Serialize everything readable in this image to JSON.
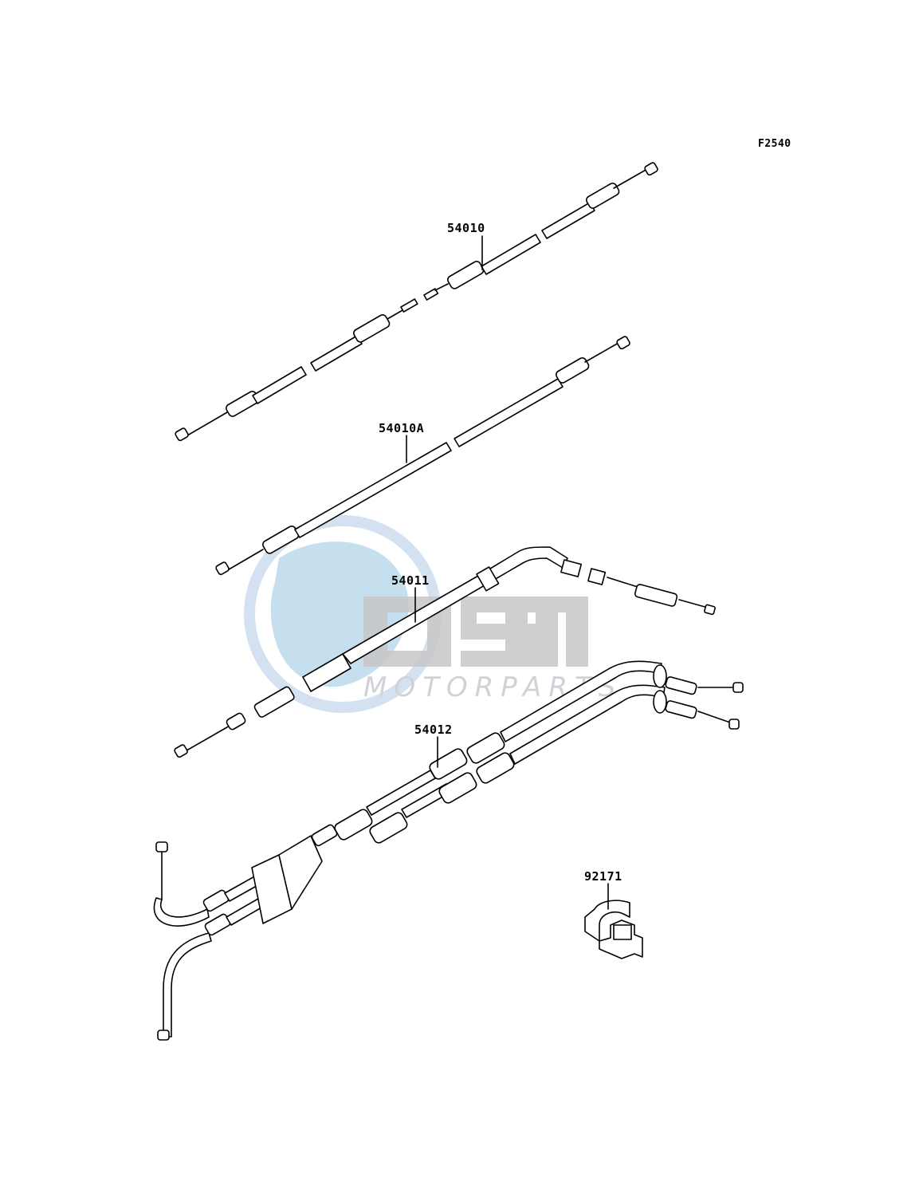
{
  "figure_code": "F2540",
  "callouts": [
    {
      "id": "cable-1",
      "part_no": "54010"
    },
    {
      "id": "cable-2",
      "part_no": "54010A"
    },
    {
      "id": "cable-3",
      "part_no": "54011"
    },
    {
      "id": "cable-4",
      "part_no": "54012"
    },
    {
      "id": "clamp",
      "part_no": "92171"
    }
  ],
  "watermark": {
    "logo_text": "OEM",
    "sub_text": "MOTORPARTS",
    "colors": {
      "globe": "#b3d4ea",
      "ring": "#c8d9ee",
      "letters": "#c7c7c7"
    }
  }
}
